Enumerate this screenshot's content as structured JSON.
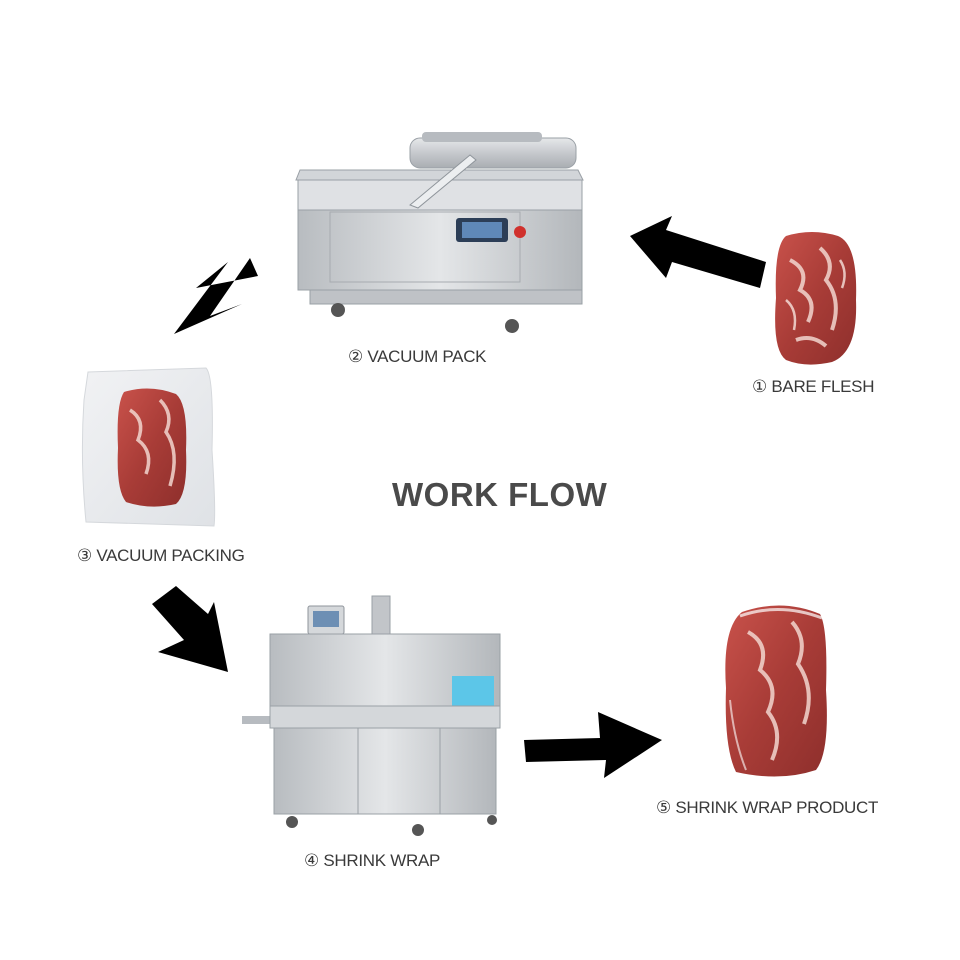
{
  "title": "WORK FLOW",
  "colors": {
    "text": "#3a3a3a",
    "title": "#4a4a4a",
    "arrow": "#000000",
    "steel": "#c9ccd0",
    "meat": "#b0443f"
  },
  "steps": [
    {
      "label": "① BARE FLESH",
      "icon": "raw-meat-icon"
    },
    {
      "label": "② VACUUM PACK",
      "icon": "vacuum-packing-machine-icon"
    },
    {
      "label": "③ VACUUM PACKING",
      "icon": "vacuum-packed-meat-icon"
    },
    {
      "label": "④ SHRINK WRAP",
      "icon": "shrink-tunnel-machine-icon"
    },
    {
      "label": "⑤ SHRINK WRAP PRODUCT",
      "icon": "shrink-wrapped-meat-icon"
    }
  ]
}
